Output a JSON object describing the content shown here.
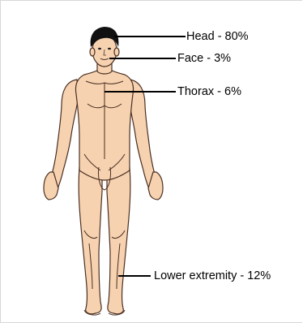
{
  "diagram": {
    "labels": {
      "head": "Head - 80%",
      "face": "Face - 3%",
      "thorax": "Thorax - 6%",
      "lower_extremity": "Lower extremity - 12%"
    },
    "colors": {
      "skin": "#f6d2b0",
      "outline": "#4a2f22",
      "hair": "#111111",
      "line": "#000000"
    }
  }
}
